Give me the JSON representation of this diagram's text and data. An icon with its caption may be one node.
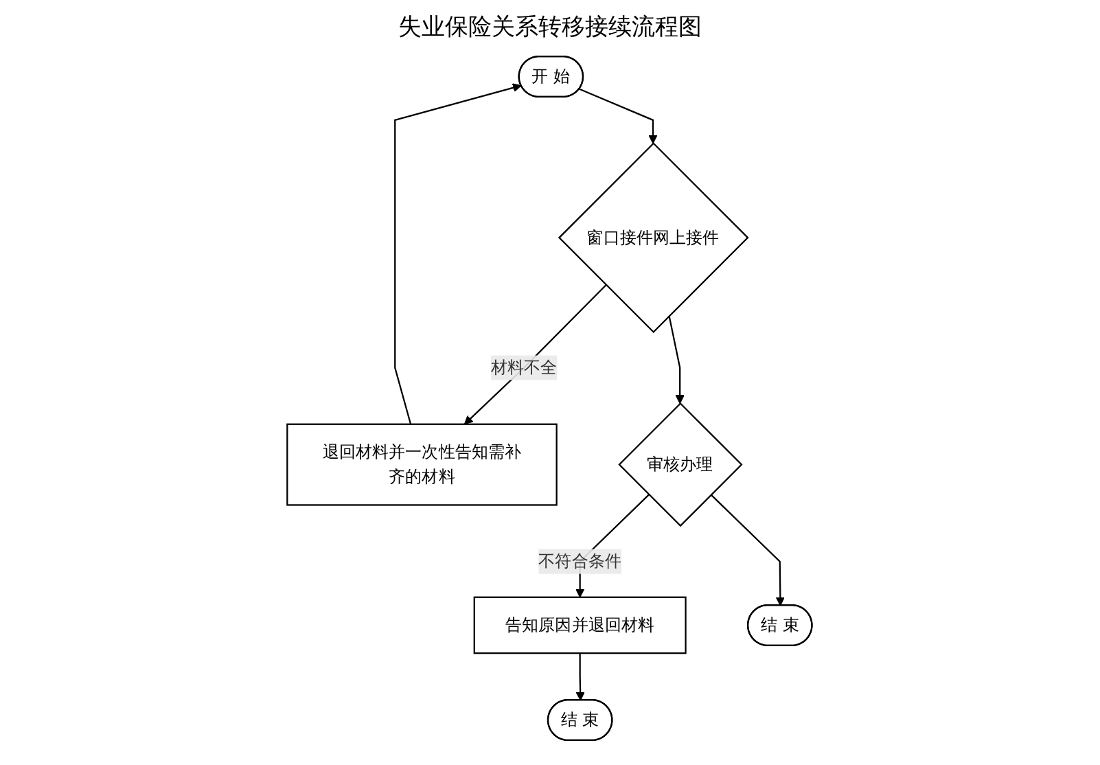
{
  "diagram": {
    "title": "失业保险关系转移接续流程图",
    "nodes": [
      {
        "text": [
          "开 始"
        ]
      },
      {
        "text": [
          "退回材料并一次性告知需补齐的材料"
        ]
      },
      {
        "text": [
          "窗口接件网上接件"
        ]
      },
      {
        "text": [
          "审核办理"
        ]
      },
      {
        "text": [
          "告知原因并退回材料"
        ]
      },
      {
        "text": [
          "结 束"
        ]
      },
      {
        "text": [
          "结 束"
        ]
      }
    ],
    "edges": [
      {
        "from": 0,
        "to": 2,
        "arrow": "to"
      },
      {
        "from": 2,
        "to": 1,
        "label": "材料不全",
        "arrow": "to"
      },
      {
        "from": 1,
        "to": 0,
        "arrow": "to"
      },
      {
        "from": 2,
        "to": 3,
        "arrow": "to"
      },
      {
        "from": 3,
        "to": 4,
        "label": "不符合条件",
        "arrow": "to"
      },
      {
        "from": 4,
        "to": 5,
        "arrow": "to"
      },
      {
        "from": 3,
        "to": 6,
        "arrow": "to"
      }
    ]
  }
}
